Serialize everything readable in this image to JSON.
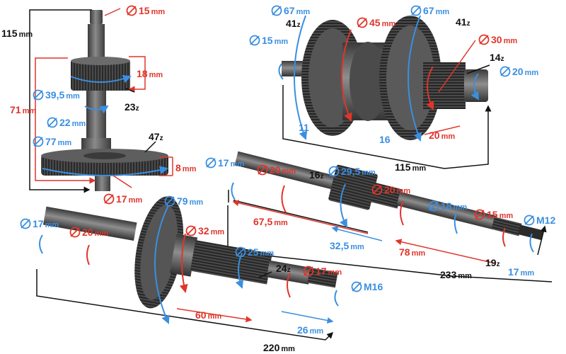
{
  "colors": {
    "red": "#e0352b",
    "blue": "#3a8fe0",
    "black": "#111111",
    "metal": "#5a5a5a"
  },
  "icons": {
    "diameter": "diameter-symbol-icon"
  },
  "shaft1": {
    "top_dia": "15",
    "length": "115",
    "gear_height": "18",
    "gear_dia": "39,5",
    "gear_teeth": "23",
    "spline_len": "71",
    "mid_dia": "22",
    "bottom_gear_dia": "77",
    "bottom_gear_teeth": "47",
    "bottom_gear_width": "8",
    "bottom_dia": "17"
  },
  "shaft2": {
    "left_gear_dia": "67",
    "left_teeth": "41",
    "left_stub_dia": "15",
    "center_dia": "45",
    "right_gear_dia": "67",
    "right_teeth": "41",
    "right_bore": "30",
    "small_teeth": "14",
    "right_stub_dia": "20",
    "left_width": "11",
    "right_width": "16",
    "stub_len": "20",
    "length": "115"
  },
  "shaft3": {
    "left_dia": "17",
    "dia_20a": "20",
    "gear_teeth": "16",
    "gear_dia": "29,5",
    "dia_20b": "20",
    "dia_18": "18",
    "dia_15": "15",
    "thread": "M12",
    "len_67": "67,5",
    "len_32": "32,5",
    "len_78": "78",
    "small_teeth": "19",
    "len_17": "17",
    "length": "233"
  },
  "shaft4": {
    "left_dia": "17",
    "dia_20": "20",
    "gear_dia": "79",
    "hub_dia": "32",
    "spline_dia": "25",
    "spline_teeth": "24",
    "dia_17": "17",
    "thread": "M16",
    "len_60": "60",
    "len_26": "26",
    "length": "220"
  },
  "units": {
    "mm": "mm",
    "z": "z"
  }
}
